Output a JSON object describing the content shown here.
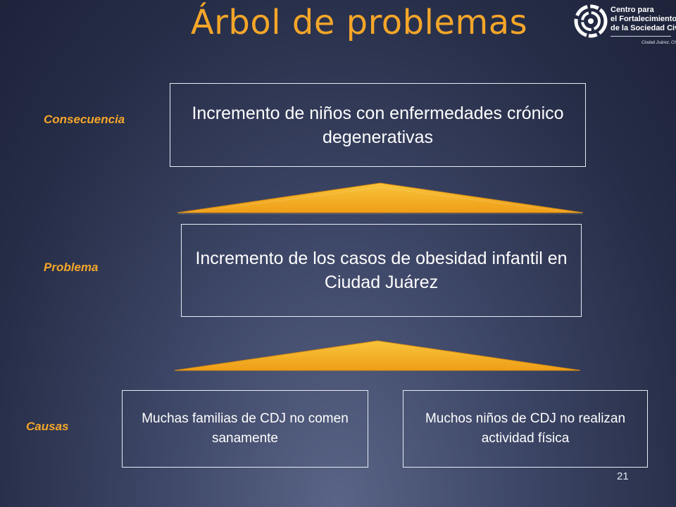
{
  "slide": {
    "title": "Árbol de problemas",
    "page_number": "21"
  },
  "logo": {
    "line1": "Centro para",
    "line2": "el Fortalecimiento",
    "line3": "de la Sociedad Civil",
    "tagline": "Ciudad Juárez, Chih."
  },
  "diagram": {
    "consequence": {
      "label": "Consecuencia",
      "text": "Incremento de niños con enfermedades crónico degenerativas"
    },
    "problem": {
      "label": "Problema",
      "text": "Incremento de los casos de obesidad infantil en Ciudad Juárez"
    },
    "causes": {
      "label": "Causas",
      "items": [
        "Muchas familias de CDJ no comen sanamente",
        "Muchos niños de CDJ no realizan actividad física"
      ]
    }
  },
  "colors": {
    "accent": "#f4a629",
    "box_border": "#e8ecf4",
    "text": "#ffffff",
    "connector_gold": "#f6b52c"
  }
}
